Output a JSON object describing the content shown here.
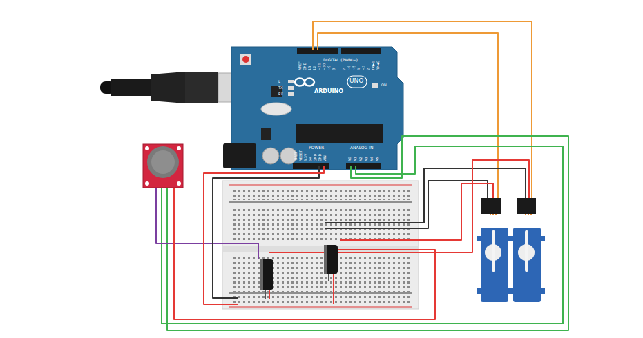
{
  "diagram": {
    "labels": [
      "DIGITAL (PWM~)",
      "ARDUINO",
      "UNO",
      "POWER",
      "ANALOG IN",
      "AREF",
      "GND",
      "13",
      "12",
      "~11",
      "~10",
      "~9",
      "8",
      "7",
      "~6",
      "~5",
      "4",
      "~3",
      "2",
      "TX▶1",
      "RX◀0",
      "IOREF",
      "RESET",
      "3.3V",
      "5V",
      "GND",
      "GND",
      "VIN",
      "A0",
      "A1",
      "A2",
      "A3",
      "A4",
      "A5",
      "L",
      "TX",
      "RX",
      "ON"
    ]
  }
}
